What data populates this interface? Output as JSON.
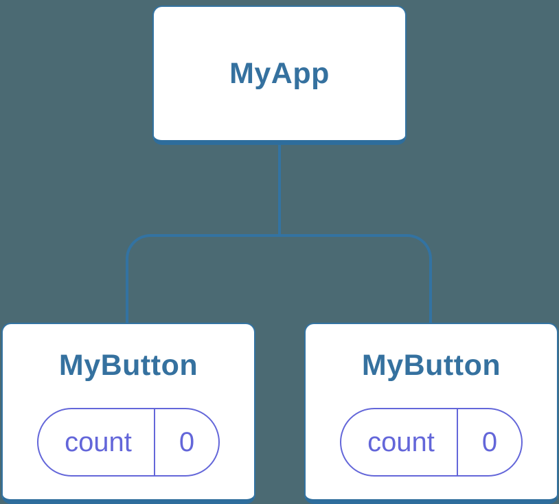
{
  "diagram": {
    "colors": {
      "background": "#4b6a73",
      "node_fill": "#ffffff",
      "node_border_blue": "#3373a2",
      "node_label_blue": "#35719f",
      "state_pill_indigo": "#6366d9"
    },
    "root": {
      "label": "MyApp"
    },
    "children": [
      {
        "label": "MyButton",
        "state": {
          "key": "count",
          "value": "0"
        }
      },
      {
        "label": "MyButton",
        "state": {
          "key": "count",
          "value": "0"
        }
      }
    ]
  }
}
